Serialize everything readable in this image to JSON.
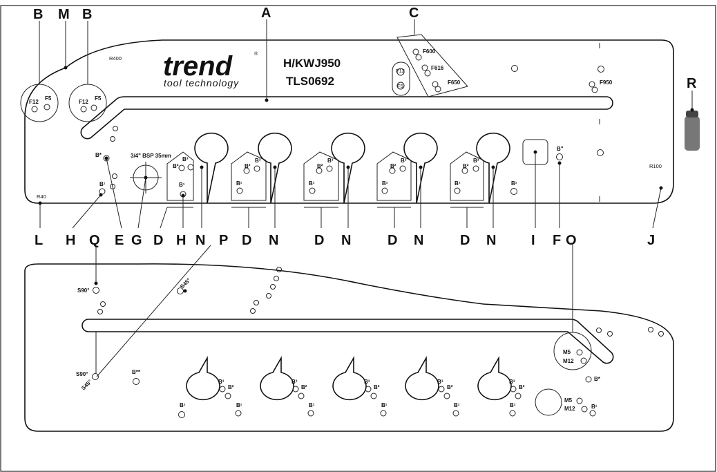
{
  "letters": {
    "B": "B",
    "M": "M",
    "A": "A",
    "C": "C",
    "R": "R",
    "L": "L",
    "H": "H",
    "Q": "Q",
    "E": "E",
    "G": "G",
    "D": "D",
    "N": "N",
    "P": "P",
    "I": "I",
    "F": "F",
    "O": "O",
    "J": "J"
  },
  "brand": {
    "name": "trend",
    "tagline": "tool technology",
    "reg": "®"
  },
  "model": {
    "line1": "H/KWJ950",
    "line2": "TLS0692"
  },
  "labels": {
    "r400": "R400",
    "r40": "R40",
    "r100": "R100",
    "f12": "F12",
    "f5": "F5",
    "f600": "F600",
    "f616": "F616",
    "f650": "F650",
    "f950": "F950",
    "bsp": "3/4\" BSP 35mm",
    "b_star": "B*",
    "b_dstar": "B**",
    "b_dprime": "B''",
    "b1": "B¹",
    "b2": "B²",
    "b3": "B³",
    "s90": "S90°",
    "s45": "S45°",
    "m5": "M5",
    "m12": "M12"
  }
}
